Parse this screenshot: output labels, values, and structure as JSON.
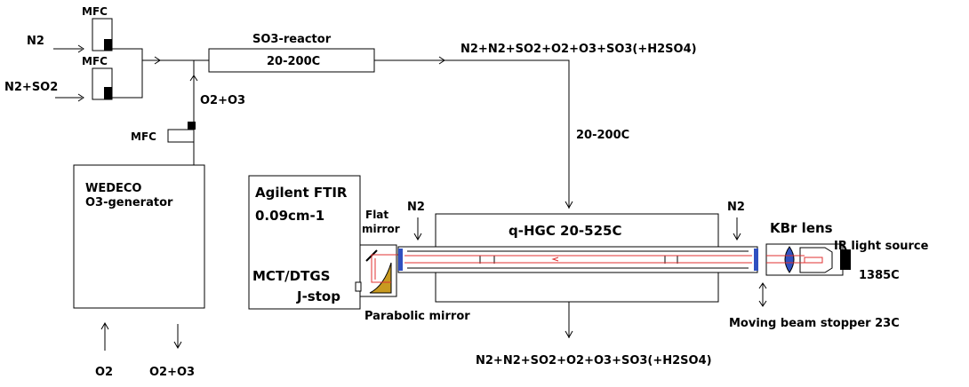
{
  "gas_inputs": {
    "n2": "N2",
    "n2_so2": "N2+SO2",
    "o2_o3": "O2+O3"
  },
  "mfc": {
    "top": "MFC",
    "middle": "MFC",
    "ozone": "MFC"
  },
  "reactor": {
    "title": "SO3-reactor",
    "temperature": "20-200C"
  },
  "flow": {
    "outlet_top": "N2+N2+SO2+O2+O3+SO3(+H2SO4)",
    "line_temperature": "20-200C",
    "outlet_bottom": "N2+N2+SO2+O2+O3+SO3(+H2SO4)"
  },
  "ozone_generator": {
    "line1": "WEDECO",
    "line2": "O3-generator",
    "inlet": "O2",
    "outlet": "O2+O3"
  },
  "ftir": {
    "line1": "Agilent FTIR",
    "line2": "0.09cm-1",
    "line3": "MCT/DTGS",
    "line4": "J-stop"
  },
  "optics": {
    "flat_mirror_1": "Flat",
    "flat_mirror_2": "mirror",
    "parabolic_mirror": "Parabolic mirror",
    "kbr_lens": "KBr lens",
    "ir_source_1": "IR light source",
    "ir_source_2": "1385C",
    "beam_stopper": "Moving beam stopper 23C"
  },
  "cell": {
    "title": "q-HGC 20-525C",
    "purge_left": "N2",
    "purge_right": "N2"
  },
  "colors": {
    "beam": "#e03030",
    "window": "#3050c0",
    "mirror_fill": "#c89a20"
  }
}
